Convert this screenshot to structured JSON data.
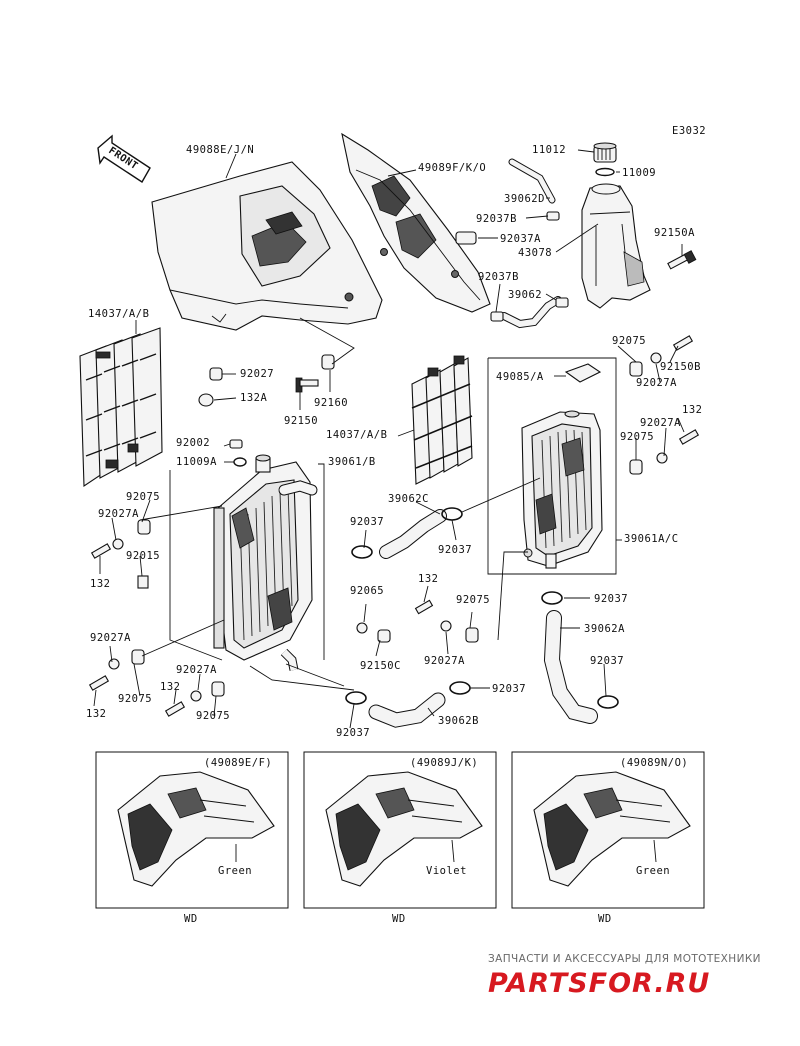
{
  "diagram_code": "E3032",
  "front_label": "FRONT",
  "labels": {
    "p49088": "49088E/J/N",
    "p49089": "49089F/K/O",
    "p11012": "11012",
    "p11009": "11009",
    "p39062D": "39062D",
    "p92037B_top": "92037B",
    "p92037A_top": "92037A",
    "p43078": "43078",
    "p92150A": "92150A",
    "p92037B_mid": "92037B",
    "p39062": "39062",
    "p14037_left": "14037/A/B",
    "p92027_left": "92027",
    "p132A": "132A",
    "p92150": "92150",
    "p92160": "92160",
    "p92075_tr": "92075",
    "p92150B": "92150B",
    "p49085": "49085/A",
    "p92027A_tr": "92027A",
    "p14037_mid": "14037/A/B",
    "p92027A_r2": "92027A",
    "p132_r": "132",
    "p92002": "92002",
    "p11009A": "11009A",
    "p39061B": "39061/B",
    "p92075_r2": "92075",
    "p39062C": "39062C",
    "p92075_l": "92075",
    "p92027A_l": "92027A",
    "p92037_c1": "92037",
    "p92037_c2": "92037",
    "p39061AC": "39061A/C",
    "p92015": "92015",
    "p132_l": "132",
    "p92065": "92065",
    "p132_c": "132",
    "p92075_c": "92075",
    "p92037_r1": "92037",
    "p39062A": "39062A",
    "p92027A_bl": "92027A",
    "p92150C": "92150C",
    "p92027A_c": "92027A",
    "p92037_r2": "92037",
    "p92075_bl": "92075",
    "p92027A_bc": "92027A",
    "p132_bc": "132",
    "p132_bl": "132",
    "p92075_bc": "92075",
    "p92037_r3": "92037",
    "p39062B": "39062B",
    "p92037_b": "92037"
  },
  "insets": [
    {
      "code": "(49089E/F)",
      "color": "Green",
      "note": "WD"
    },
    {
      "code": "(49089J/K)",
      "color": "Violet",
      "note": "WD"
    },
    {
      "code": "(49089N/O)",
      "color": "Green",
      "note": "WD"
    }
  ],
  "watermark": {
    "tagline": "ЗАПЧАСТИ И АКСЕССУАРЫ ДЛЯ МОТОТЕХНИКИ",
    "logo": "PARTSFOR.RU"
  },
  "colors": {
    "ink": "#111111",
    "watermark_red": "#d71920",
    "watermark_grey": "#6a6a6a"
  }
}
